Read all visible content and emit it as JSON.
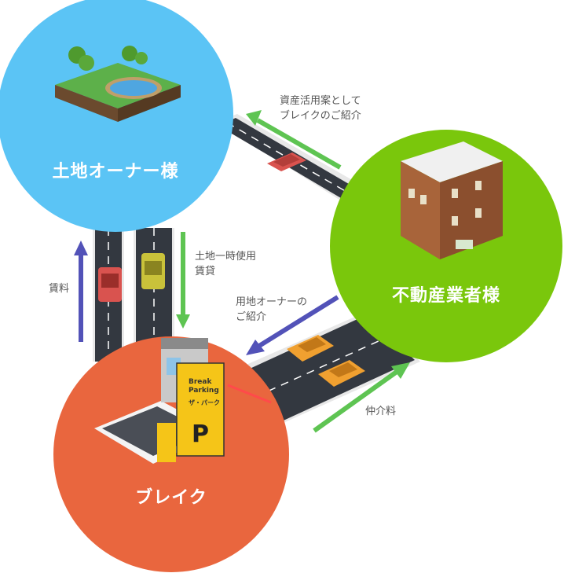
{
  "nodes": {
    "owner": {
      "label": "土地オーナー様",
      "color": "#5bc4f5"
    },
    "realtor": {
      "label": "不動産業者様",
      "color": "#7ac70c"
    },
    "break": {
      "label": "ブレイク",
      "color": "#e9663e"
    }
  },
  "flows": {
    "realtor_to_owner": {
      "line1": "資産活用案として",
      "line2": "ブレイクのご紹介",
      "color": "#5ec452"
    },
    "owner_to_break": {
      "line1": "土地一時使用",
      "line2": "賃貸",
      "color": "#5ec452"
    },
    "break_to_owner": {
      "line1": "賃料",
      "color": "#5252b8"
    },
    "realtor_to_break": {
      "line1": "用地オーナーの",
      "line2": "ご紹介",
      "color": "#5252b8"
    },
    "break_to_realtor": {
      "line1": "仲介料",
      "color": "#5ec452"
    }
  },
  "sign": {
    "letter": "P",
    "brand_line1": "Break",
    "brand_line2": "Parking",
    "sub": "ザ・パーク"
  },
  "colors": {
    "road": "#333840",
    "road_edge": "#e8e8e8",
    "lane": "#ffffff",
    "car_red": "#d9534f",
    "car_orange": "#f0a030",
    "car_olive": "#c9c23a"
  }
}
